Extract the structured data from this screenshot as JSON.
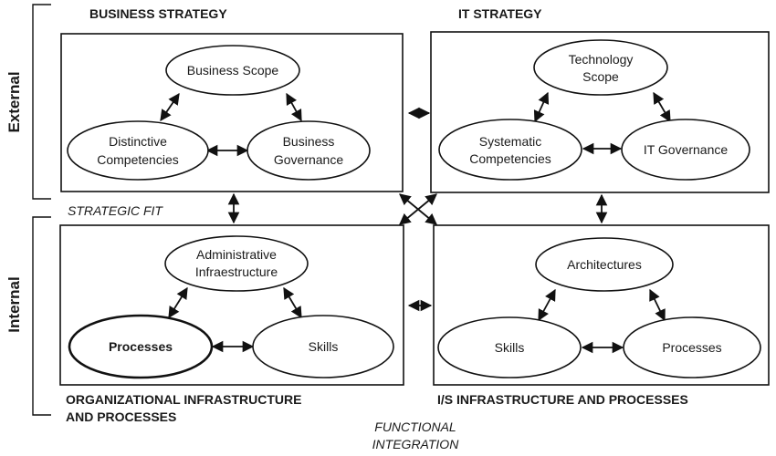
{
  "side_labels": {
    "external": "External",
    "internal": "Internal"
  },
  "quadrants": {
    "business_strategy": {
      "title": "BUSINESS STRATEGY",
      "nodes": {
        "top": [
          "Business Scope"
        ],
        "left": [
          "Distinctive",
          "Competencies"
        ],
        "right": [
          "Business",
          "Governance"
        ]
      }
    },
    "it_strategy": {
      "title": "IT STRATEGY",
      "nodes": {
        "top": [
          "Technology",
          "Scope"
        ],
        "left": [
          "Systematic",
          "Competencies"
        ],
        "right": [
          "IT Governance"
        ]
      }
    },
    "org_infrastructure": {
      "title": [
        "ORGANIZATIONAL INFRASTRUCTURE",
        "AND PROCESSES"
      ],
      "nodes": {
        "top": [
          "Administrative",
          "Infraestructure"
        ],
        "left": [
          "Processes"
        ],
        "right": [
          "Skills"
        ]
      }
    },
    "is_infrastructure": {
      "title": "I/S INFRASTRUCTURE AND PROCESSES",
      "nodes": {
        "top": [
          "Architectures"
        ],
        "left": [
          "Skills"
        ],
        "right": [
          "Processes"
        ]
      }
    }
  },
  "axis_labels": {
    "strategic_fit": "STRATEGIC FIT",
    "functional_integration": [
      "FUNCTIONAL",
      "INTEGRATION"
    ]
  }
}
